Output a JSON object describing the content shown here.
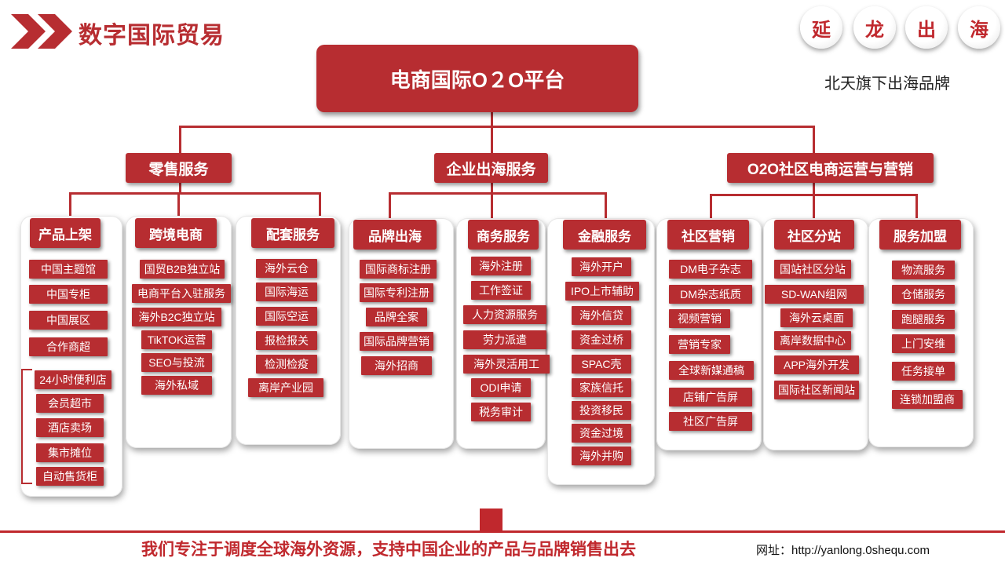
{
  "header": {
    "title": "数字国际贸易",
    "brand_chars": [
      "延",
      "龙",
      "出",
      "海"
    ],
    "brand_sub": "北天旗下出海品牌"
  },
  "diagram": {
    "root": "电商国际O２O平台",
    "sections": [
      {
        "label": "零售服务",
        "groups": [
          {
            "label": "产品上架",
            "items": [
              "中国主题馆",
              "中国专柜",
              "中国展区",
              "合作商超"
            ],
            "sub_items": [
              "24小时便利店",
              "会员超市",
              "酒店卖场",
              "集市摊位",
              "自动售货柜"
            ]
          },
          {
            "label": "跨境电商",
            "items": [
              "国贸B2B独立站",
              "电商平台入驻服务",
              "海外B2C独立站",
              "TikTOK运营",
              "SEO与投流",
              "海外私域"
            ]
          },
          {
            "label": "配套服务",
            "items": [
              "海外云仓",
              "国际海运",
              "国际空运",
              "报检报关",
              "检测检疫",
              "离岸产业园"
            ]
          }
        ]
      },
      {
        "label": "企业出海服务",
        "groups": [
          {
            "label": "品牌出海",
            "items": [
              "国际商标注册",
              "国际专利注册",
              "品牌全案",
              "国际品牌营销",
              "海外招商"
            ]
          },
          {
            "label": "商务服务",
            "items": [
              "海外注册",
              "工作签证",
              "人力资源服务",
              "劳力派遣",
              "海外灵活用工",
              "ODI申请",
              "税务审计"
            ]
          },
          {
            "label": "金融服务",
            "items": [
              "海外开户",
              "IPO上市辅助",
              "海外信贷",
              "资金过桥",
              "SPAC壳",
              "家族信托",
              "投资移民",
              "资金过境",
              "海外并购"
            ]
          }
        ]
      },
      {
        "label": "O2O社区电商运营与营销",
        "groups": [
          {
            "label": "社区营销",
            "items": [
              "DM电子杂志",
              "DM杂志纸质",
              "视频营销",
              "营销专家",
              "全球新媒通稿",
              "店铺广告屏",
              "社区广告屏"
            ]
          },
          {
            "label": "社区分站",
            "items": [
              "国站社区分站",
              "SD-WAN组网",
              "海外云桌面",
              "离岸数据中心",
              "APP海外开发",
              "国际社区新闻站"
            ]
          },
          {
            "label": "服务加盟",
            "items": [
              "物流服务",
              "仓储服务",
              "跑腿服务",
              "上门安维",
              "任务接单",
              "连锁加盟商"
            ]
          }
        ]
      }
    ]
  },
  "footer": {
    "slogan": "我们专注于调度全球海外资源，支持中国企业的产品与品牌销售出去",
    "website": "网址：http://yanlong.0shequ.com"
  },
  "colors": {
    "primary": "#b72d31",
    "text_dark": "#222222"
  }
}
